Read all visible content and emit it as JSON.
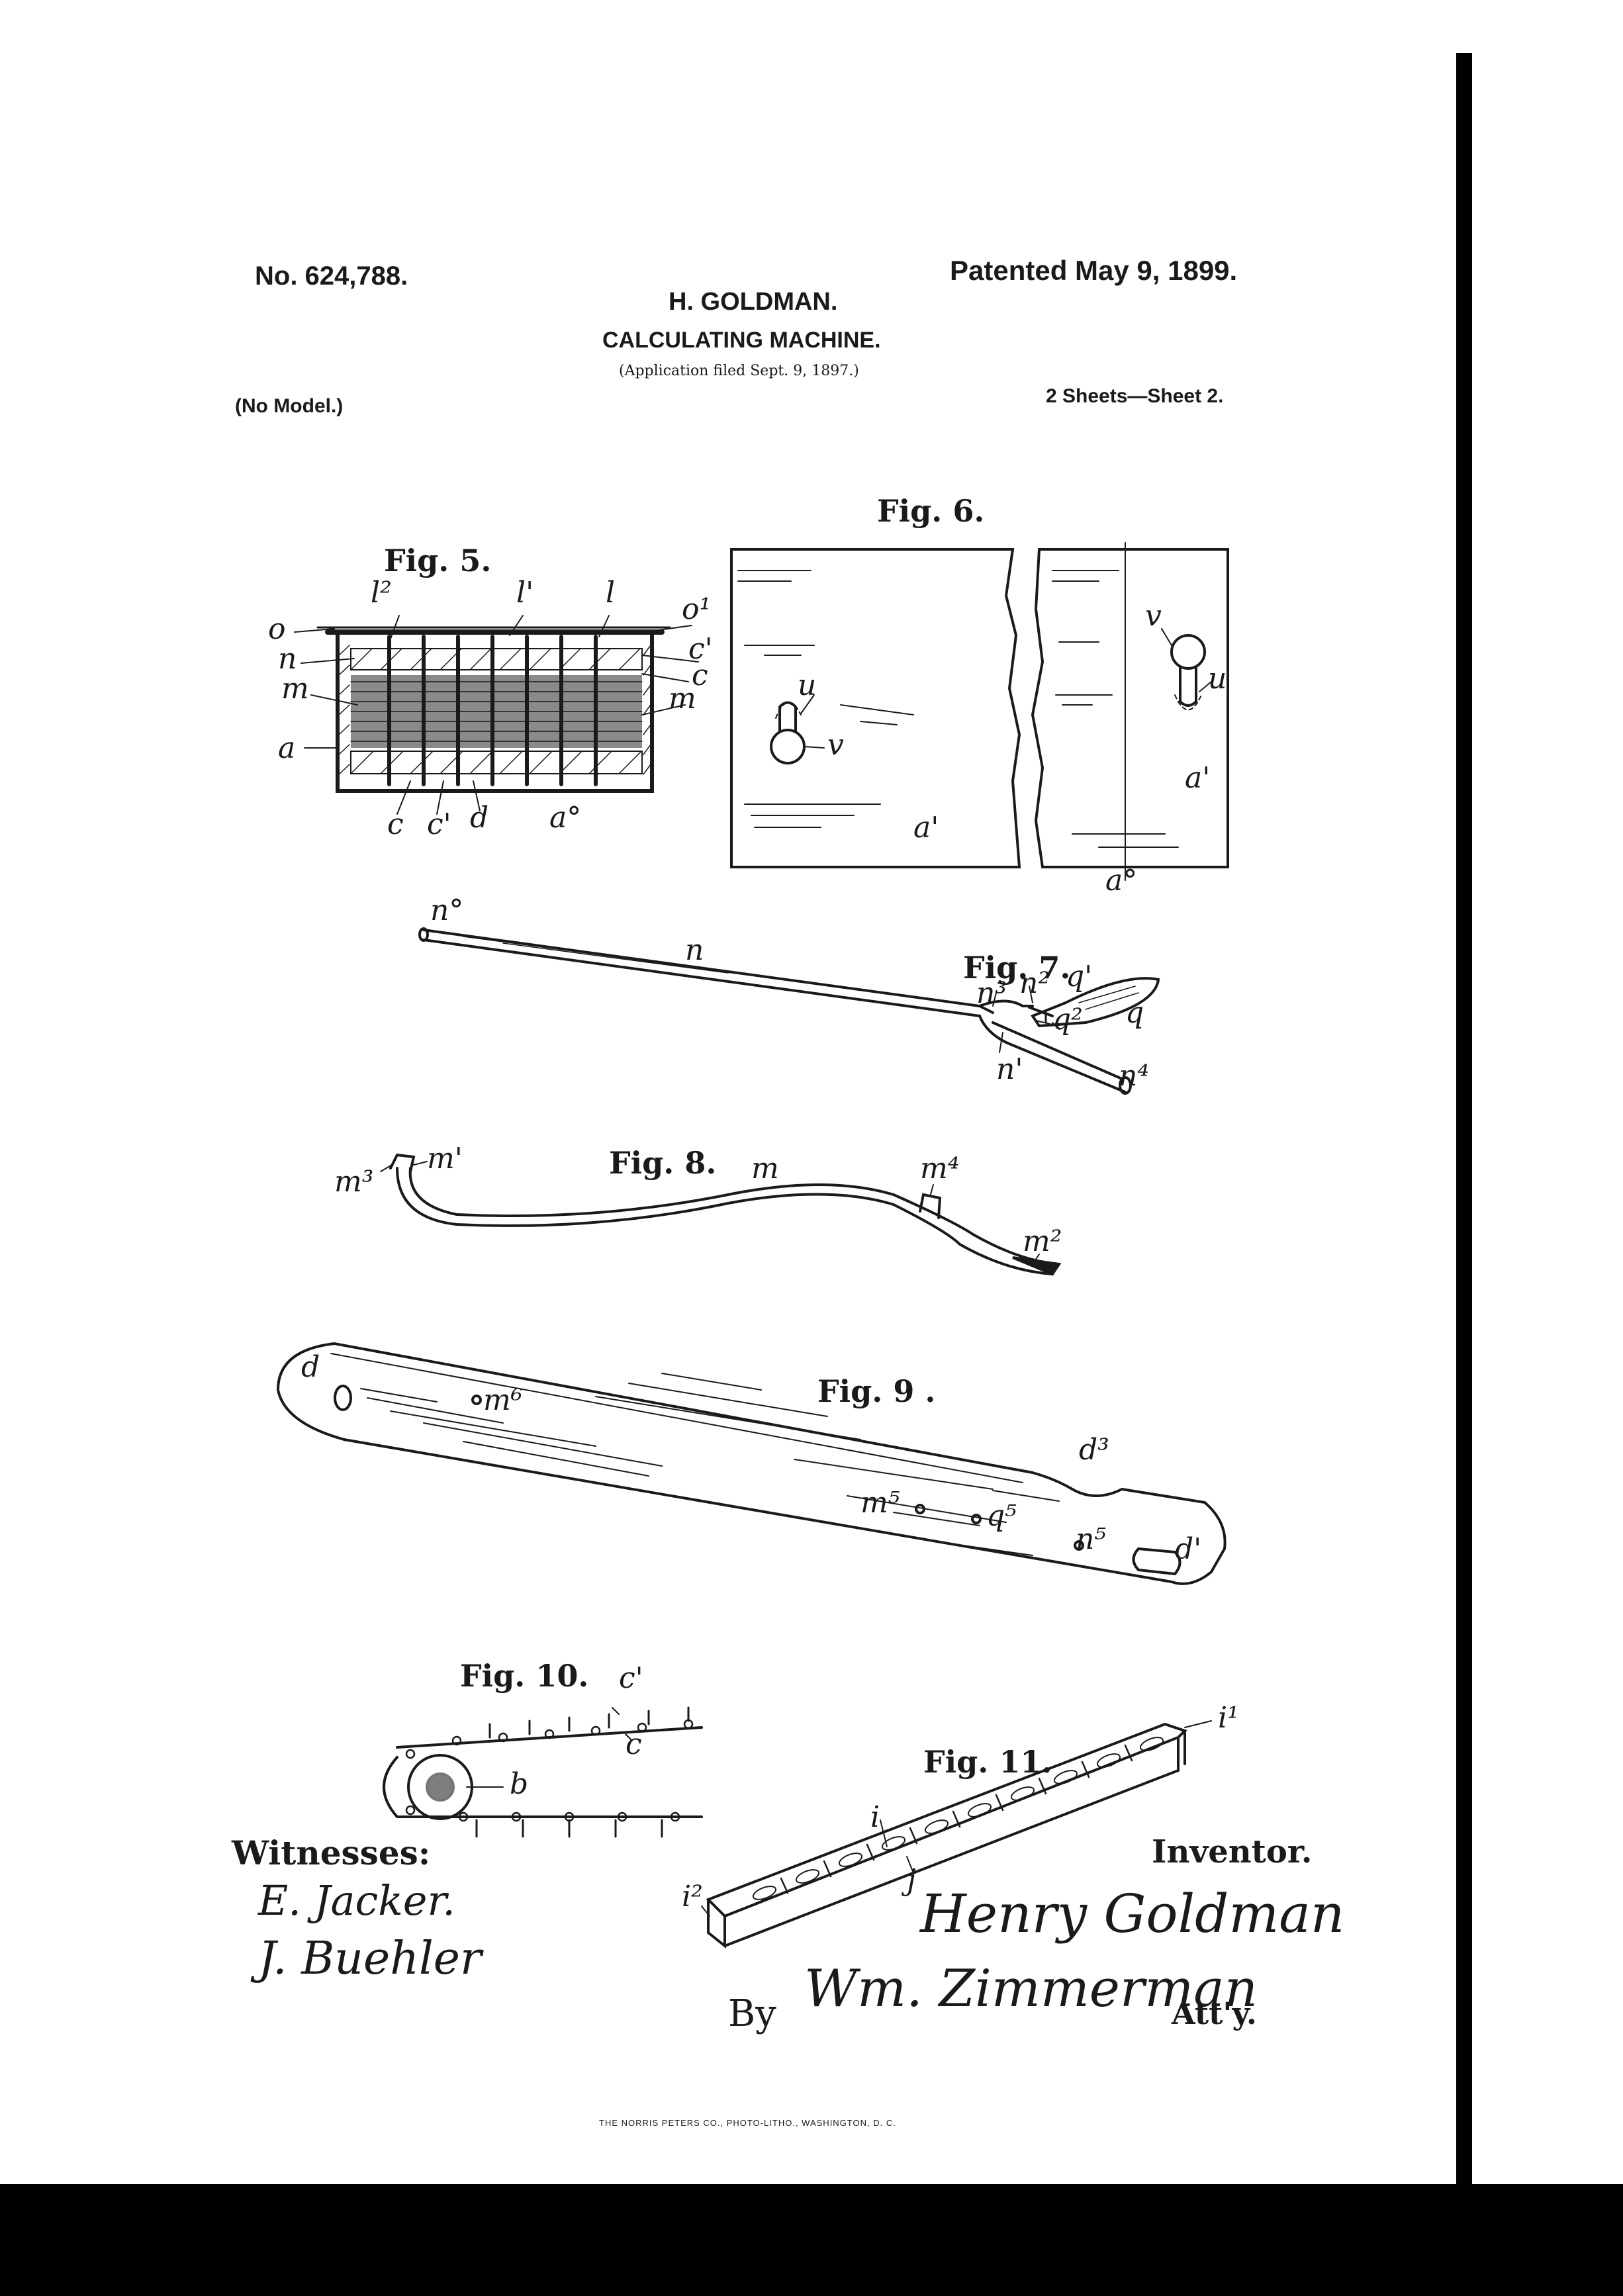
{
  "header": {
    "patent_no": "No. 624,788.",
    "patented": "Patented May 9, 1899.",
    "inventor_name": "H. GOLDMAN.",
    "title": "CALCULATING MACHINE.",
    "application": "(Application filed Sept. 9, 1897.)",
    "model": "(No Model.)",
    "sheets": "2 Sheets—Sheet 2."
  },
  "figures": {
    "fig5": {
      "label": "Fig. 5.",
      "refs": [
        "o",
        "l²",
        "l'",
        "l",
        "o¹",
        "n",
        "c'",
        "m",
        "c",
        "m",
        "a",
        "c",
        "c'",
        "d",
        "a°"
      ]
    },
    "fig6": {
      "label": "Fig. 6.",
      "refs": [
        "u",
        "v",
        "a'",
        "v",
        "u",
        "a'",
        "a°"
      ]
    },
    "fig7": {
      "label": "Fig. 7.",
      "refs": [
        "n°",
        "n",
        "n³",
        "n²",
        "q'",
        "q²",
        "q",
        "n'",
        "n⁴"
      ]
    },
    "fig8": {
      "label": "Fig. 8.",
      "refs": [
        "m³",
        "m'",
        "m",
        "m⁴",
        "m²"
      ]
    },
    "fig9": {
      "label": "Fig. 9 .",
      "refs": [
        "d",
        "m⁶",
        "d³",
        "m⁵",
        "q⁵",
        "n⁵",
        "d'"
      ]
    },
    "fig10": {
      "label": "Fig. 10.",
      "refs": [
        "c'",
        "c",
        "b"
      ]
    },
    "fig11": {
      "label": "Fig. 11.",
      "refs": [
        "i¹",
        "i",
        "j",
        "i²"
      ]
    }
  },
  "signatures": {
    "witnesses_label": "Witnesses:",
    "witness1": "E. Jacker.",
    "witness2": "J. Buehler",
    "inventor_label": "Inventor.",
    "inventor_sig": "Henry Goldman",
    "by": "By",
    "attorney_sig": "Wm. Zimmerman",
    "atty": "Att'y."
  },
  "footer": "THE NORRIS PETERS CO., PHOTO-LITHO., WASHINGTON, D. C."
}
